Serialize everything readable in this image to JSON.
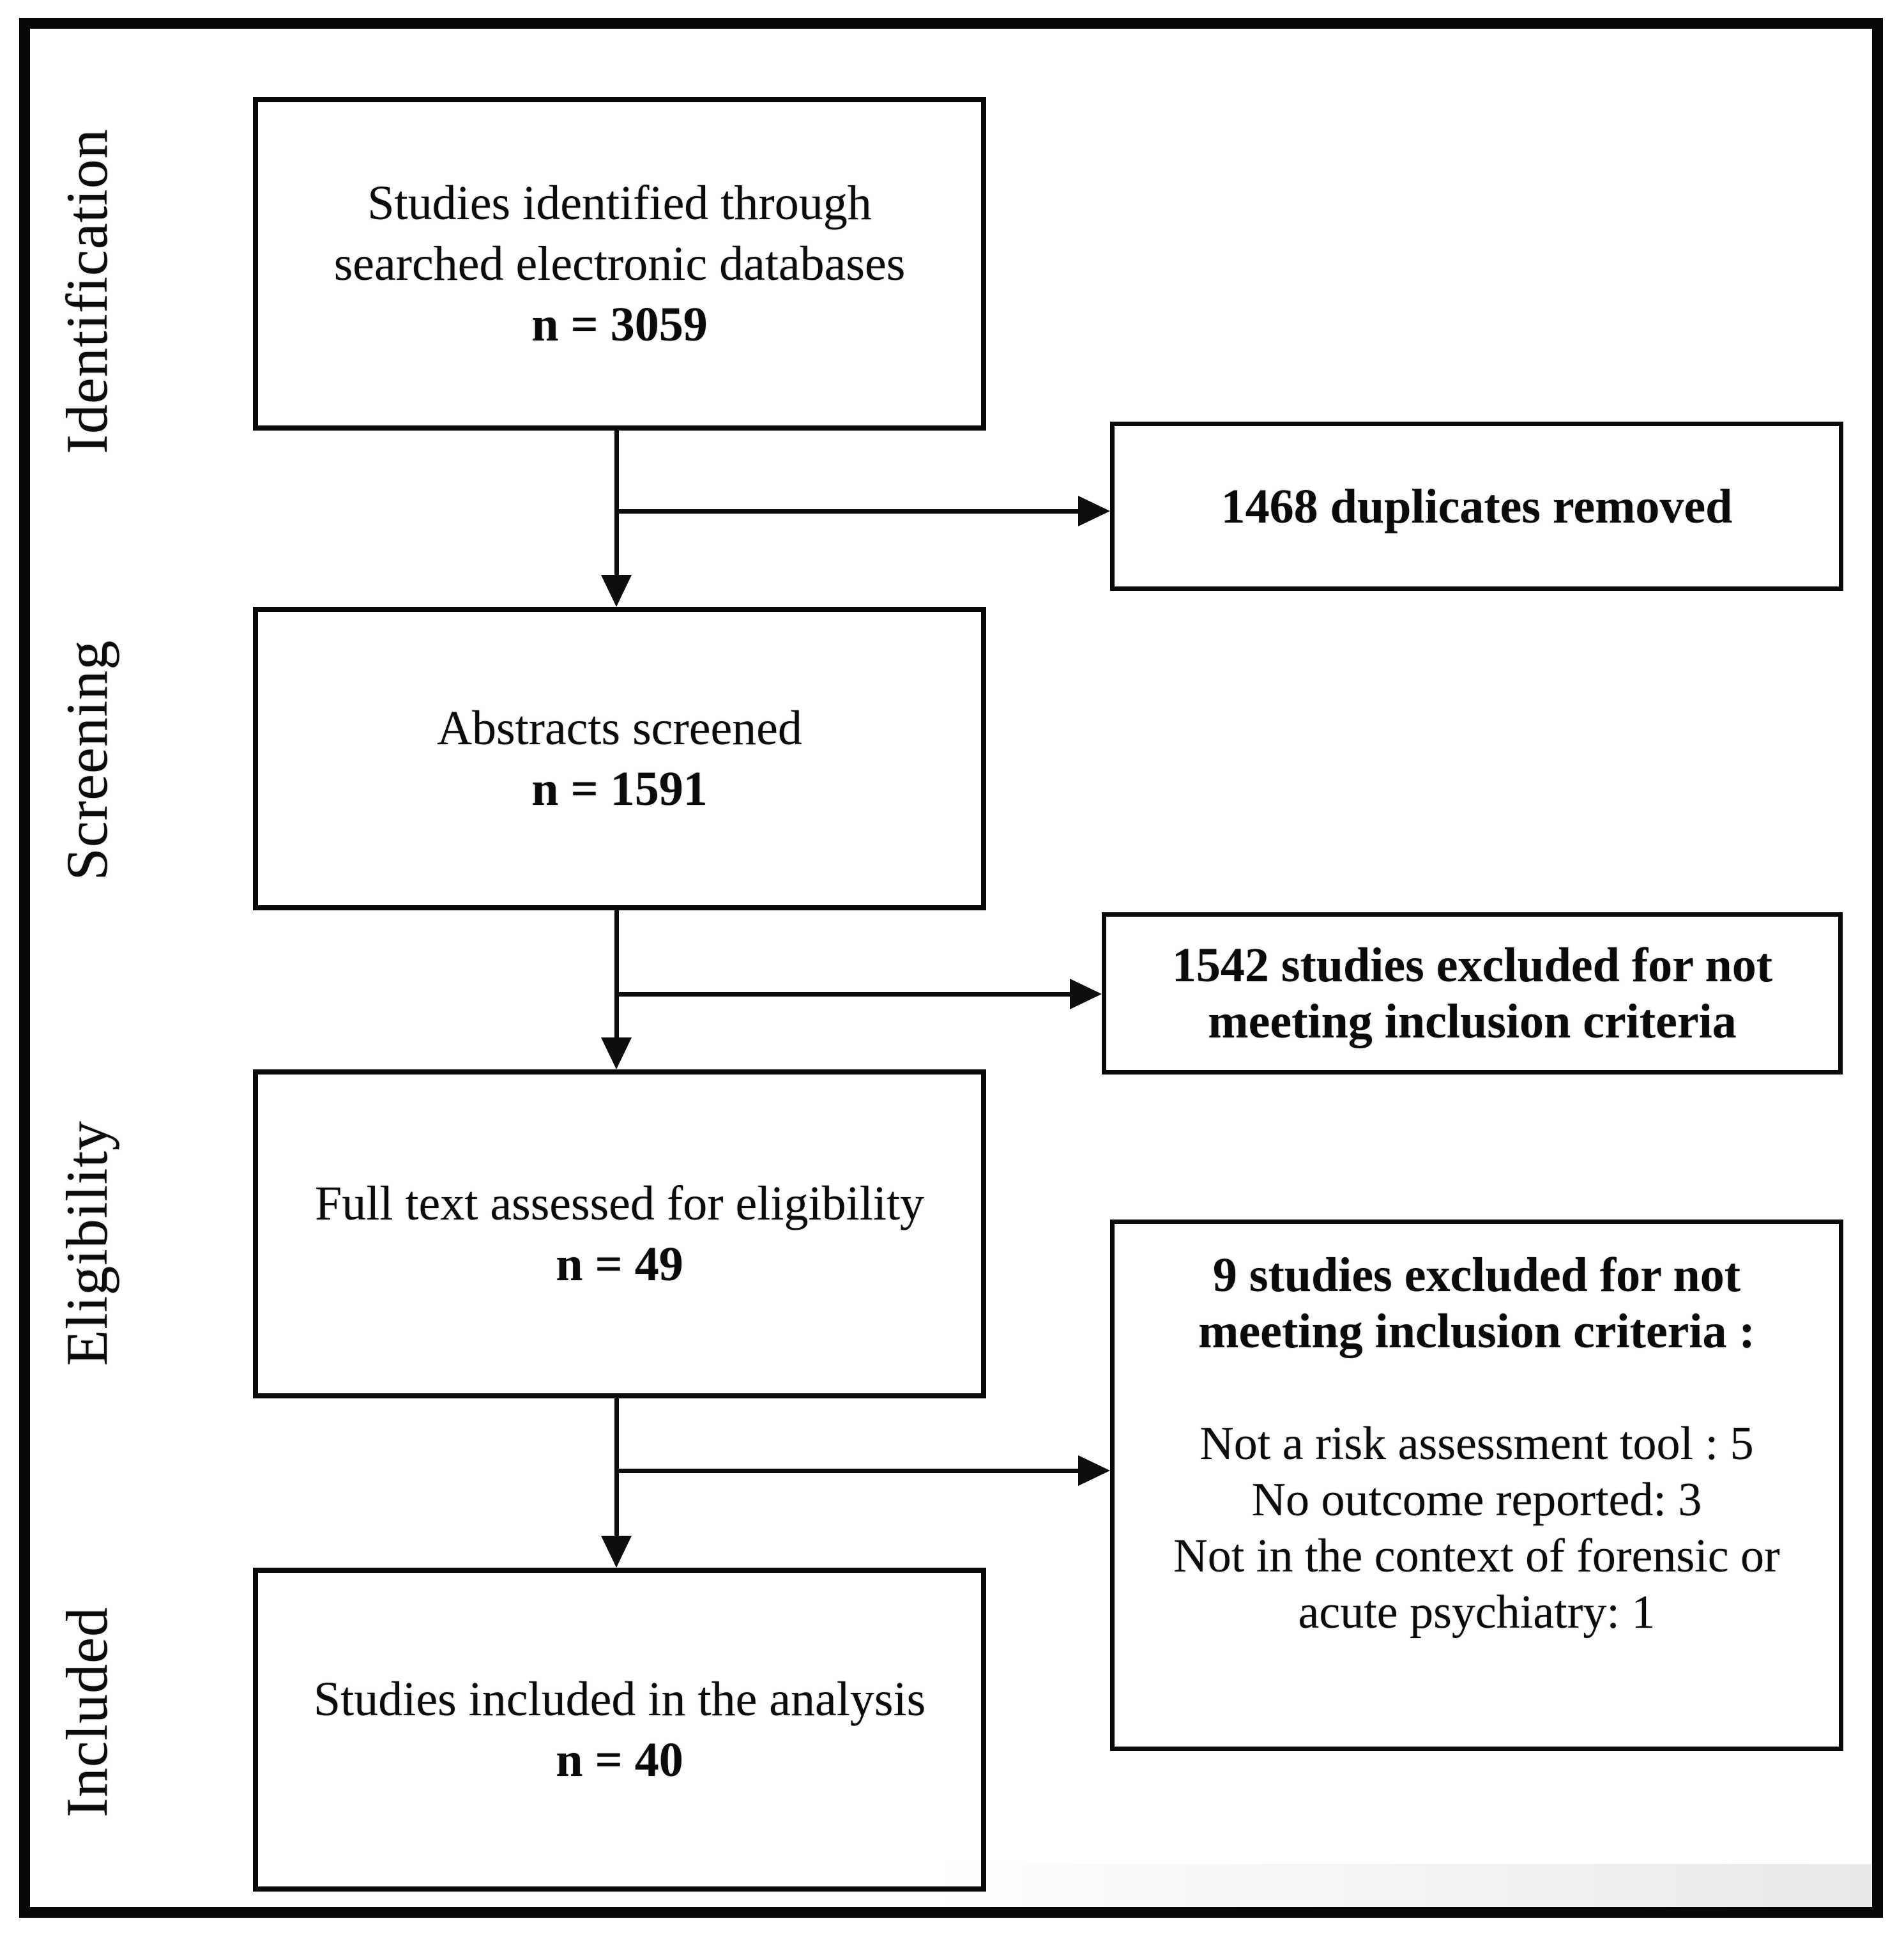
{
  "diagram": {
    "colors": {
      "ink": "#0a0a0a",
      "background": "#ffffff"
    },
    "stage_labels": [
      "Identification",
      "Screening",
      "Eligibility",
      "Included"
    ],
    "main_boxes": [
      {
        "lines": [
          "Studies identified through",
          "searched electronic databases"
        ],
        "count": "n = 3059"
      },
      {
        "lines": [
          "Abstracts screened"
        ],
        "count": "n = 1591"
      },
      {
        "lines": [
          "Full text assessed for eligibility"
        ],
        "count": "n = 49"
      },
      {
        "lines": [
          "Studies included in the analysis"
        ],
        "count": "n = 40"
      }
    ],
    "side_boxes": [
      {
        "heading": [
          "1468 duplicates removed"
        ],
        "details": []
      },
      {
        "heading": [
          "1542 studies excluded for not",
          "meeting inclusion criteria"
        ],
        "details": []
      },
      {
        "heading": [
          "9 studies excluded for not",
          "meeting inclusion criteria :"
        ],
        "details": [
          "Not a risk assessment tool : 5",
          "No outcome reported: 3",
          "Not in the context of forensic or",
          "acute psychiatry: 1"
        ]
      }
    ]
  }
}
